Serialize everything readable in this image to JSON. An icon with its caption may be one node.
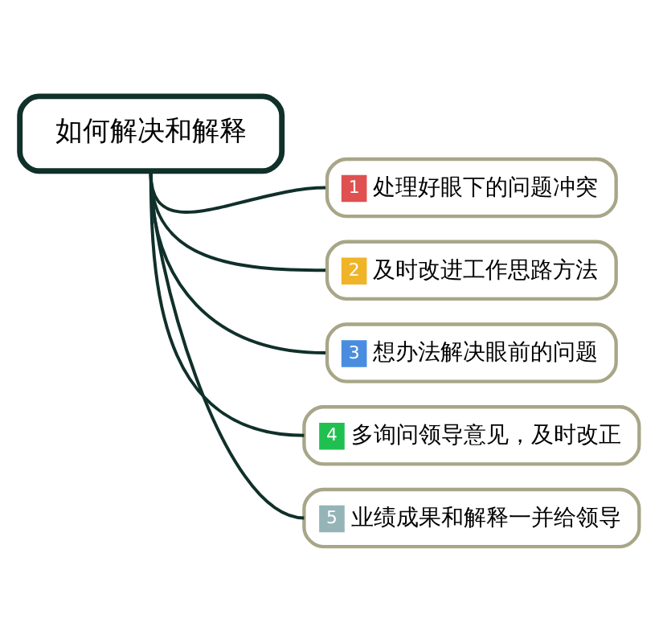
{
  "diagram": {
    "nodes": [
      {
        "text": [
          "如何解决和解释"
        ]
      },
      {
        "text": [
          "1",
          "处理好眼下的问题冲突"
        ]
      },
      {
        "text": [
          "2",
          "及时改进工作思路方法"
        ]
      },
      {
        "text": [
          "3",
          "想办法解决眼前的问题"
        ]
      },
      {
        "text": [
          "4",
          "多询问领导意见，及时改正"
        ]
      },
      {
        "text": [
          "5",
          "业绩成果和解释一并给领导"
        ]
      }
    ],
    "edges": [
      {
        "from": 0,
        "to": 1,
        "arrow": "none"
      },
      {
        "from": 0,
        "to": 2,
        "arrow": "none"
      },
      {
        "from": 0,
        "to": 3,
        "arrow": "none"
      },
      {
        "from": 0,
        "to": 4,
        "arrow": "none"
      },
      {
        "from": 0,
        "to": 5,
        "arrow": "none"
      }
    ]
  }
}
